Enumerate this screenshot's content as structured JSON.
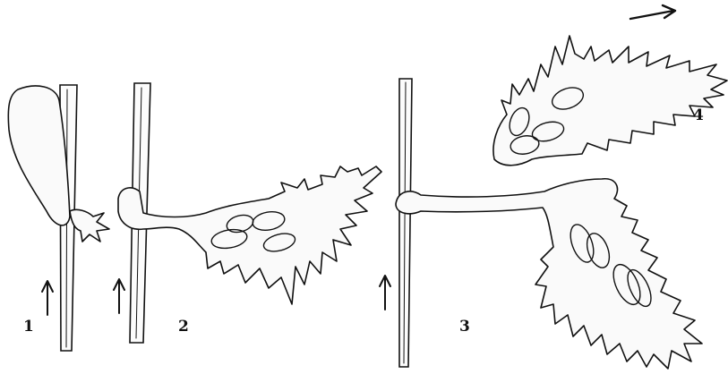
{
  "figure": {
    "panel_labels": [
      "1",
      "2",
      "3",
      "4"
    ],
    "colors": {
      "ink": "#111111",
      "background": "#ffffff"
    },
    "arrows": [
      "up-arrow",
      "up-arrow",
      "up-arrow",
      "right-arrow"
    ]
  }
}
